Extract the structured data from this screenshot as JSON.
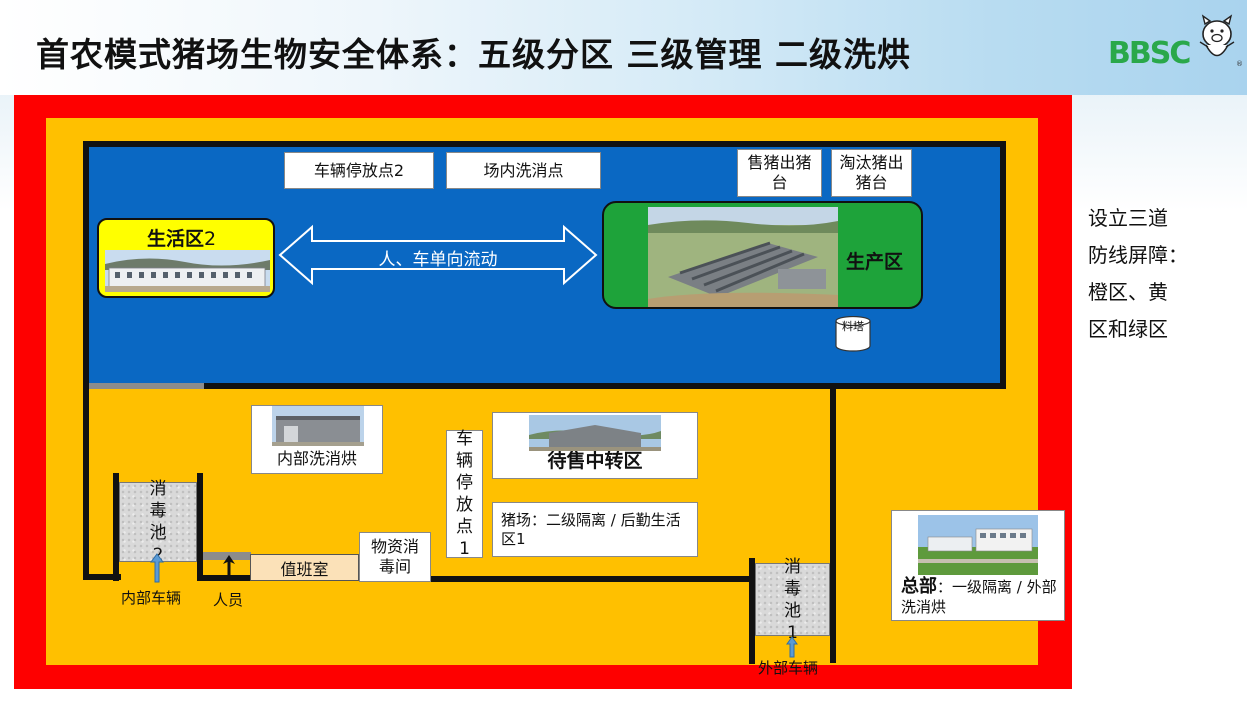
{
  "header": {
    "title": "首农模式猪场生物安全体系：五级分区 三级管理 二级洗烘",
    "logo_text": "BBSC",
    "logo_mark": "®"
  },
  "colors": {
    "outer_zone": "#fe0000",
    "middle_zone": "#ffc000",
    "inner_zone": "#0a68c3",
    "living_zone": "#ffff00",
    "production_zone": "#1ea33a"
  },
  "diagram": {
    "vehicle_parking_2": "车辆停放点2",
    "in_farm_wash": "场内洗消点",
    "pig_sale_platform": "售猪出猪台",
    "cull_platform": "淘汰猪出猪台",
    "living_zone_2": {
      "label": "生活区",
      "num": "2"
    },
    "flow_arrow": "人、车单向流动",
    "production_zone": "生产区",
    "feed_tower": "料塔",
    "internal_wash_dry": "内部洗消烘",
    "vehicle_parking_1": "车辆停放点1",
    "transfer_zone": "待售中转区",
    "farm_isolation": "猪场：二级隔离 / 后勤生活区1",
    "pool_2": "消毒池2",
    "internal_vehicles": "内部车辆",
    "personnel": "人员",
    "duty_room": "值班室",
    "material_disinfection": "物资消毒间",
    "pool_1": "消毒池1",
    "external_vehicles": "外部车辆",
    "hq_title": "总部",
    "hq_desc": "：一级隔离 / 外部洗消烘"
  },
  "side_note": {
    "lines": [
      "设立三道",
      "防线屏障：",
      "橙区、黄",
      "区和绿区"
    ]
  }
}
